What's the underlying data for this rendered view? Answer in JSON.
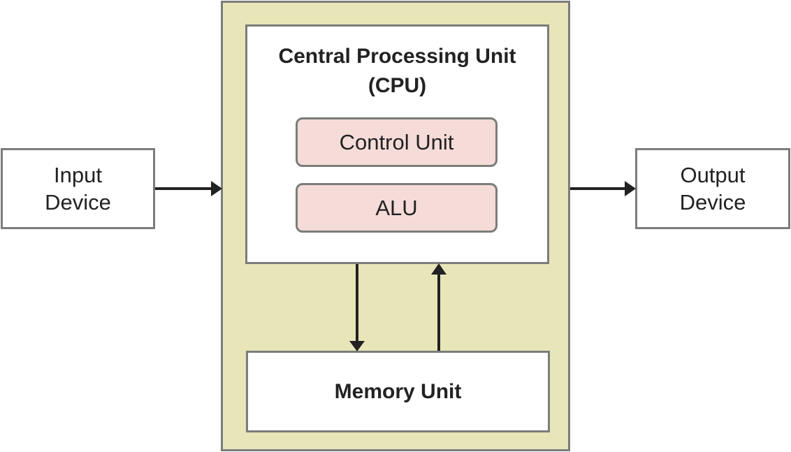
{
  "input_device": {
    "label_line1": "Input",
    "label_line2": "Device"
  },
  "output_device": {
    "label_line1": "Output",
    "label_line2": "Device"
  },
  "cpu": {
    "title_line1": "Central Processing Unit",
    "title_line2": "(CPU)",
    "control_unit": "Control Unit",
    "alu": "ALU"
  },
  "memory": {
    "label": "Memory Unit"
  },
  "colors": {
    "computer_background": "#e8e6b9",
    "inner_unit_fill": "#f5dcd8",
    "border": "#7a7d7a",
    "arrow": "#222222"
  }
}
